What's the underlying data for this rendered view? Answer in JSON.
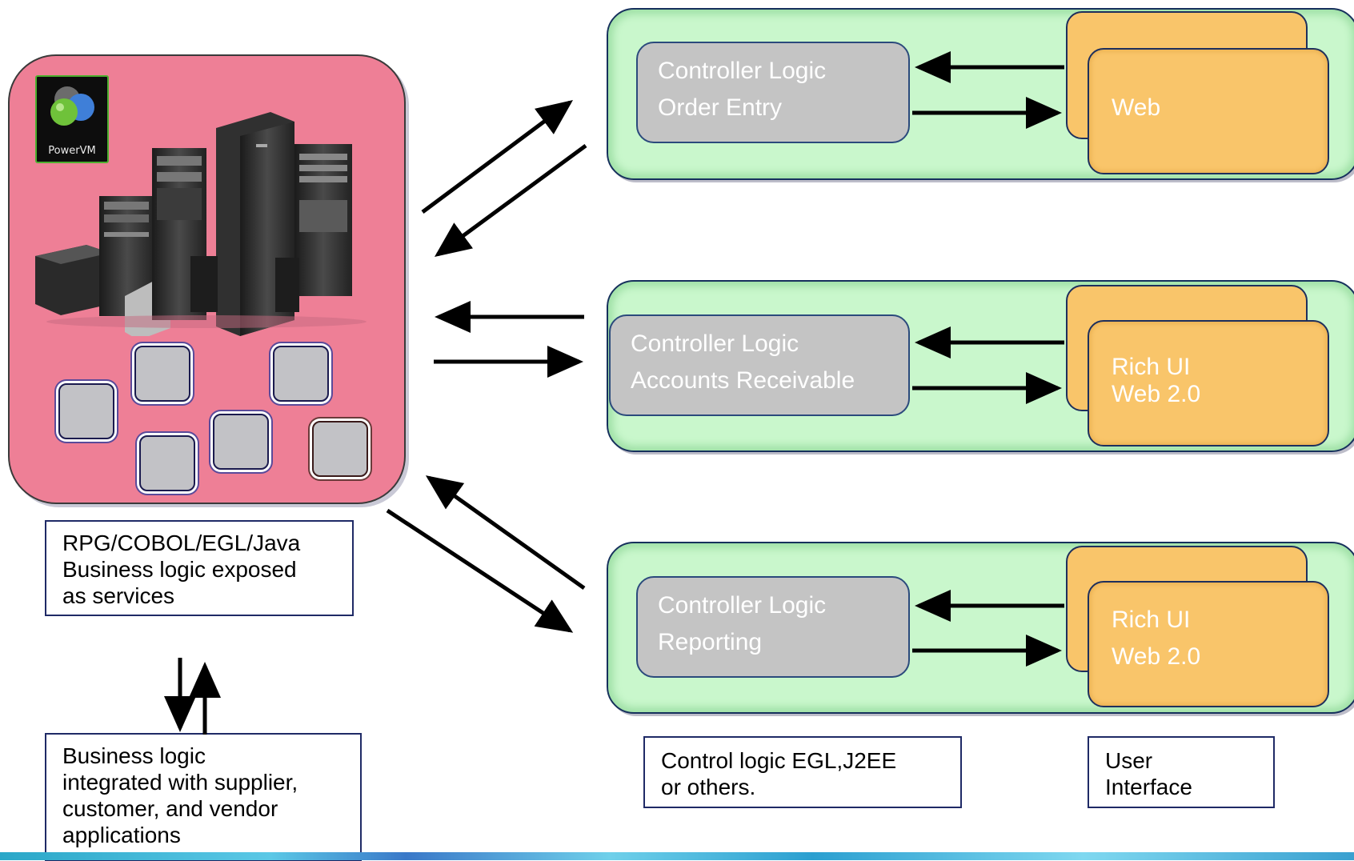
{
  "server": {
    "badge_label": "PowerVM",
    "caption": "RPG/COBOL/EGL/Java\nBusiness logic exposed\nas services"
  },
  "integration": {
    "caption": "Business logic\nintegrated with supplier,\ncustomer, and vendor\napplications"
  },
  "tiers": [
    {
      "controller_title": "Controller Logic",
      "controller_subtitle": "Order Entry",
      "ui_line1": "Web",
      "ui_line2": ""
    },
    {
      "controller_title": "Controller Logic",
      "controller_subtitle": "Accounts Receivable",
      "ui_line1": "Rich UI",
      "ui_line2": "Web 2.0"
    },
    {
      "controller_title": "Controller Logic",
      "controller_subtitle": "Reporting",
      "ui_line1": "Rich UI",
      "ui_line2": "Web 2.0"
    }
  ],
  "legend": {
    "control_logic": "Control logic EGL,J2EE\nor others.",
    "user_interface": "User\nInterface"
  },
  "colors": {
    "server_panel": "#ee7f96",
    "tier_panel": "#c9f7cc",
    "controller_box": "#c4c4c4",
    "ui_box": "#f9c56a"
  }
}
